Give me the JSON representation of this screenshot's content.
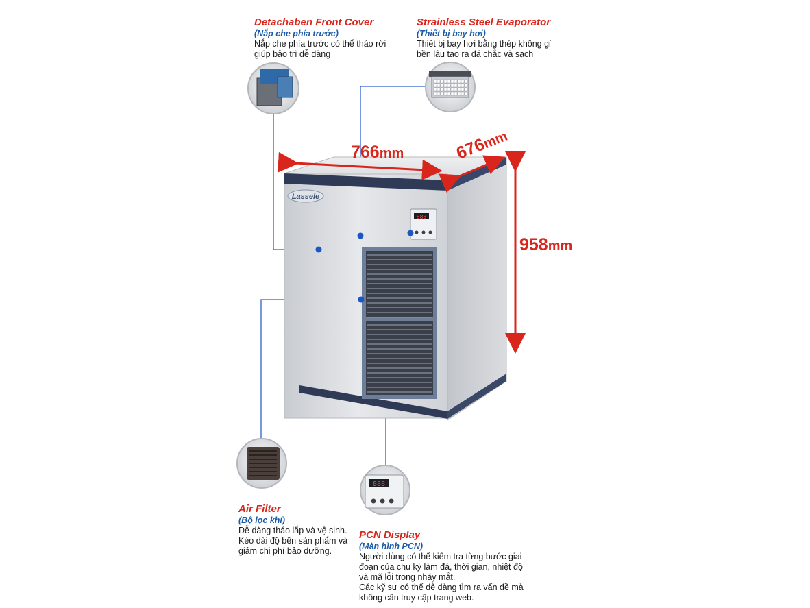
{
  "colors": {
    "title": "#d9261c",
    "subtitle": "#1a5aa8",
    "callout_line": "#2a62c8",
    "dimension": "#d9261c",
    "cabinet_steel": "#d8dade",
    "cabinet_trim": "#2e3a56",
    "louver_frame": "#6d7f98"
  },
  "brand": {
    "logo_text": "Lassele"
  },
  "dimensions": {
    "width": {
      "value": "766",
      "unit": "mm"
    },
    "depth": {
      "value": "676",
      "unit": "mm"
    },
    "height": {
      "value": "958",
      "unit": "mm"
    }
  },
  "display_panel": {
    "readout": "888"
  },
  "features": [
    {
      "id": "front-cover",
      "title": "Detachaben Front Cover",
      "subtitle": "(Nắp che phía trước)",
      "description": [
        "Nắp che phía trước có thể tháo rời",
        "giúp bảo trì dễ dàng"
      ],
      "icon": "front-cover-thumbnail-icon"
    },
    {
      "id": "evaporator",
      "title": "Strainless Steel Evaporator",
      "subtitle": "(Thiết bị bay hơi)",
      "description": [
        "Thiết bị bay hơi bằng thép không gỉ",
        "bền lâu tạo ra đá chắc và sạch"
      ],
      "icon": "evaporator-thumbnail-icon"
    },
    {
      "id": "air-filter",
      "title": "Air Filter",
      "subtitle": "(Bộ lọc khí)",
      "description": [
        "Dễ dàng tháo lắp và vệ sinh.",
        "Kéo dài độ bền sản phẩm và",
        "giảm chi phí bảo dưỡng."
      ],
      "icon": "air-filter-thumbnail-icon"
    },
    {
      "id": "pcn-display",
      "title": "PCN Display",
      "subtitle": "(Màn hình PCN)",
      "description": [
        "Người dùng có thể kiểm tra từng bước giai",
        "đoạn của chu kỳ làm đá, thời gian, nhiệt độ",
        "và mã lỗi trong nháy mắt.",
        "Các kỹ sư có thể dễ dàng tìm ra vấn đề mà",
        "không cần truy cập trang web."
      ],
      "icon": "pcn-display-thumbnail-icon"
    }
  ]
}
